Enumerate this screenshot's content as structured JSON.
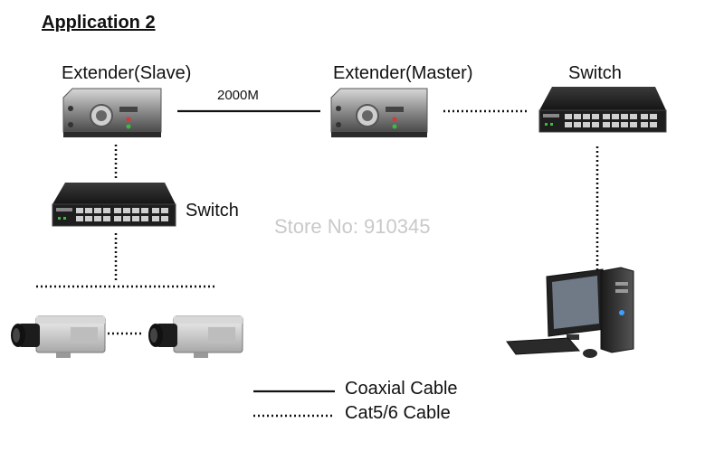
{
  "title": "Application 2",
  "labels": {
    "extender_slave": "Extender(Slave)",
    "extender_master": "Extender(Master)",
    "switch_top": "Switch",
    "switch_middle": "Switch",
    "link_speed": "2000M"
  },
  "watermark": "Store No: 910345",
  "legend": {
    "coaxial": "Coaxial Cable",
    "cat": "Cat5/6 Cable"
  },
  "colors": {
    "line": "#111111",
    "device_dark": "#2b2b2b",
    "device_silver": "#9a9a9a",
    "port_green": "#3dbb3d",
    "port_red": "#d23a3a",
    "watermark": "#c9c9c9"
  }
}
